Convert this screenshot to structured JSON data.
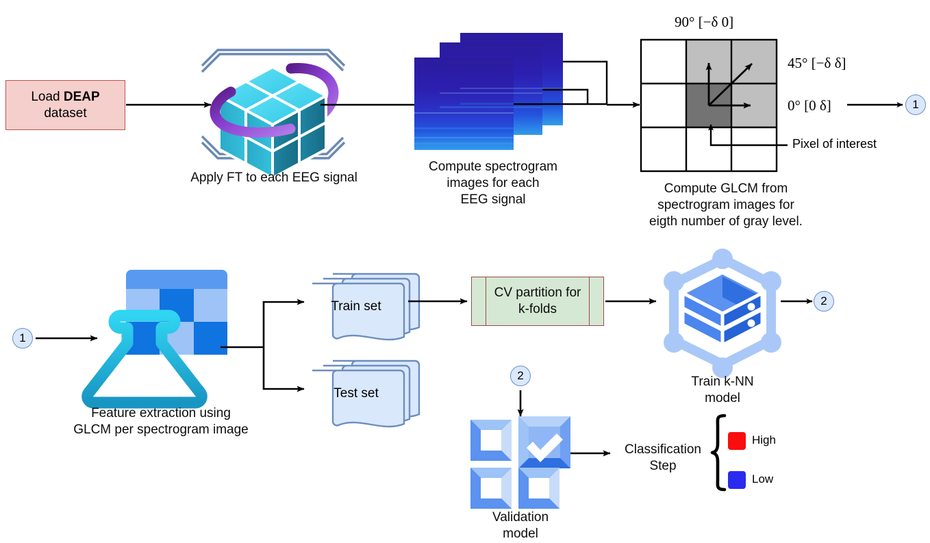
{
  "diagram": {
    "title": "EEG emotion classification pipeline flowchart",
    "stage1": {
      "load": {
        "line1": "Load ",
        "bold": "DEAP",
        "line2": "dataset"
      },
      "ft_caption": "Apply FT to each EEG signal",
      "spectrogram_caption": "Compute spectrogram\nimages for each\nEEG signal",
      "glcm_caption": "Compute GLCM from\nspectrogram images for\neigth number of gray level.",
      "glcm_labels": {
        "deg90": "90° [−δ 0]",
        "deg45": "45° [−δ δ]",
        "deg0": "0° [0 δ]",
        "pixel_of_interest": "Pixel of interest"
      }
    },
    "stage2": {
      "feature_caption": "Feature extraction using\nGLCM per spectrogram image",
      "train_set": "Train set",
      "test_set": "Test set",
      "cv_partition": "CV partition for\nk-folds",
      "knn_caption": "Train k-NN\nmodel"
    },
    "stage3": {
      "validation_caption": "Validation\nmodel",
      "classification": "Classification\nStep",
      "legend": [
        {
          "label": "High",
          "color": "#f90d0d"
        },
        {
          "label": "Low",
          "color": "#2b2bf0"
        }
      ]
    },
    "connectors": [
      {
        "id": "c1a",
        "label": "1"
      },
      {
        "id": "c1b",
        "label": "1"
      },
      {
        "id": "c2a",
        "label": "2"
      },
      {
        "id": "c2b",
        "label": "2"
      }
    ],
    "colors": {
      "deap_fill": "#f5cfcc",
      "deap_stroke": "#b85450",
      "doc_fill": "#dae8fc",
      "doc_stroke": "#6c8ebf",
      "cv_fill": "#d5e8d4",
      "cv_stroke": "#9a4a44",
      "glcm_light_gray": "#bfbfbf",
      "glcm_dark_gray": "#737373",
      "accent_blue": "#4285f4",
      "accent_cyan": "#2bc7e8",
      "accent_purple": "#8e44c8",
      "high": "#f90d0d",
      "low": "#2b2bf0"
    }
  }
}
